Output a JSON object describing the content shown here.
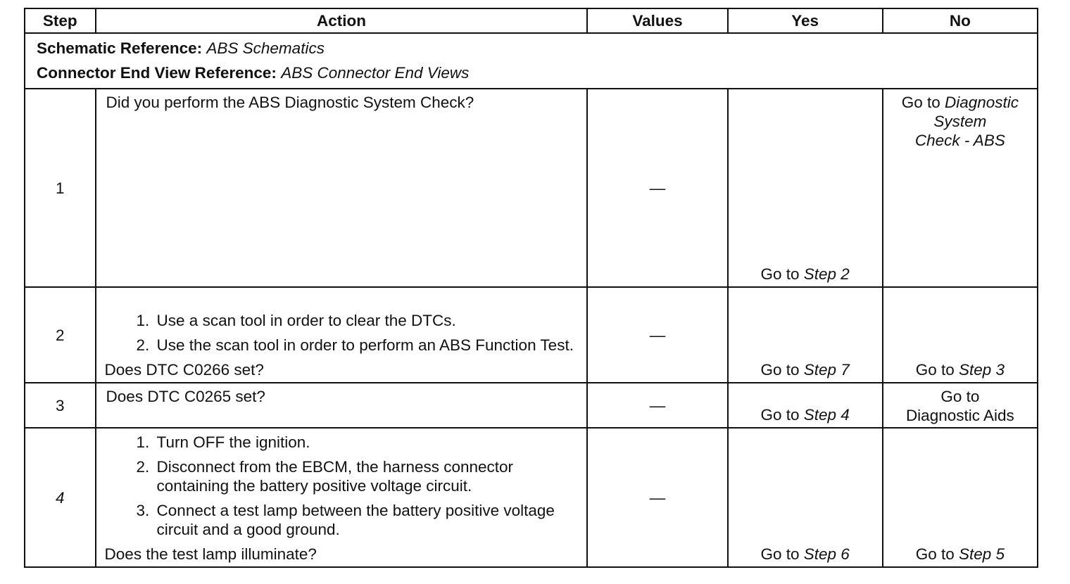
{
  "headers": {
    "step": "Step",
    "action": "Action",
    "values": "Values",
    "yes": "Yes",
    "no": "No"
  },
  "refs": {
    "schematic_label": "Schematic Reference:",
    "schematic_value": "ABS Schematics",
    "connector_label": "Connector End View Reference:",
    "connector_value": "ABS Connector End Views"
  },
  "steps": [
    {
      "num": "1",
      "question": "Did you perform the ABS Diagnostic System Check?",
      "values": "—",
      "yes_prefix": "Go to ",
      "yes_ref": "Step 2",
      "no_prefix": "Go to ",
      "no_ref_a": "Diagnostic",
      "no_ref_b": "System",
      "no_ref_c": "Check - ABS"
    },
    {
      "num": "2",
      "items": [
        "Use a scan tool in order to clear the DTCs.",
        "Use the scan tool in order to perform an ABS Function Test."
      ],
      "question": "Does DTC C0266 set?",
      "values": "—",
      "yes_prefix": "Go to ",
      "yes_ref": "Step 7",
      "no_prefix": "Go to ",
      "no_ref": "Step 3"
    },
    {
      "num": "3",
      "question": "Does DTC C0265 set?",
      "values": "—",
      "yes_prefix": "Go to ",
      "yes_ref": "Step 4",
      "no_line1": "Go to",
      "no_line2": "Diagnostic Aids"
    },
    {
      "num": "4",
      "items": [
        "Turn OFF the ignition.",
        "Disconnect from the EBCM, the harness connector containing the battery positive voltage circuit.",
        "Connect a test lamp between the battery positive voltage circuit and a good ground."
      ],
      "question": "Does the test lamp illuminate?",
      "values": "—",
      "yes_prefix": "Go to ",
      "yes_ref": "Step 6",
      "no_prefix": "Go to ",
      "no_ref": "Step 5"
    }
  ]
}
